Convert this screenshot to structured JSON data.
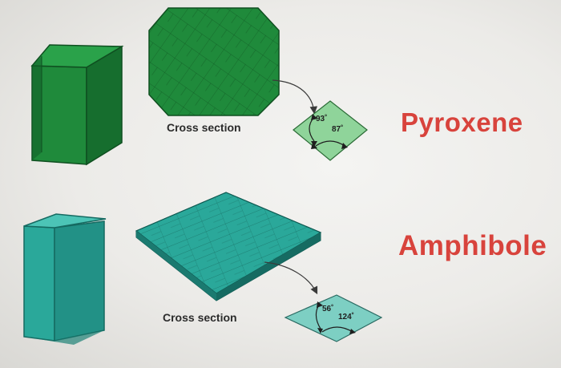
{
  "pyroxene": {
    "name": "Pyroxene",
    "cross_section_label": "Cross section",
    "angle_a": "93˚",
    "angle_b": "87˚",
    "color": "#1f8a3b"
  },
  "amphibole": {
    "name": "Amphibole",
    "cross_section_label": "Cross section",
    "angle_a": "56˚",
    "angle_b": "124˚",
    "color": "#2aa89a"
  },
  "title_color": "#d8433c"
}
